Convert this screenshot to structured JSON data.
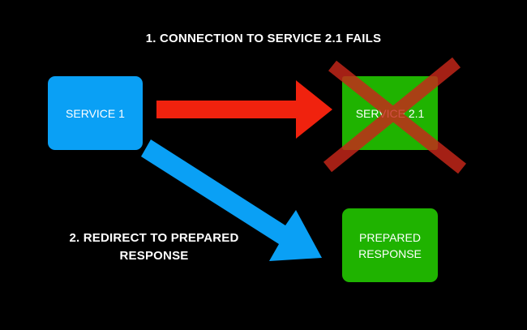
{
  "captions": {
    "step1": "1. CONNECTION TO SERVICE 2.1 FAILS",
    "step2_line1": "2. REDIRECT TO PREPARED",
    "step2_line2": "RESPONSE"
  },
  "nodes": {
    "service1": "SERVICE 1",
    "service21": "SERVICE 2.1",
    "prepared_line1": "PREPARED",
    "prepared_line2": "RESPONSE"
  },
  "colors": {
    "background": "#000000",
    "service1": "#0aa0f5",
    "service2": "#1fb300",
    "failed_arrow": "#f0220e",
    "redirect_arrow": "#0aa0f5",
    "cross": "#c8281a"
  }
}
